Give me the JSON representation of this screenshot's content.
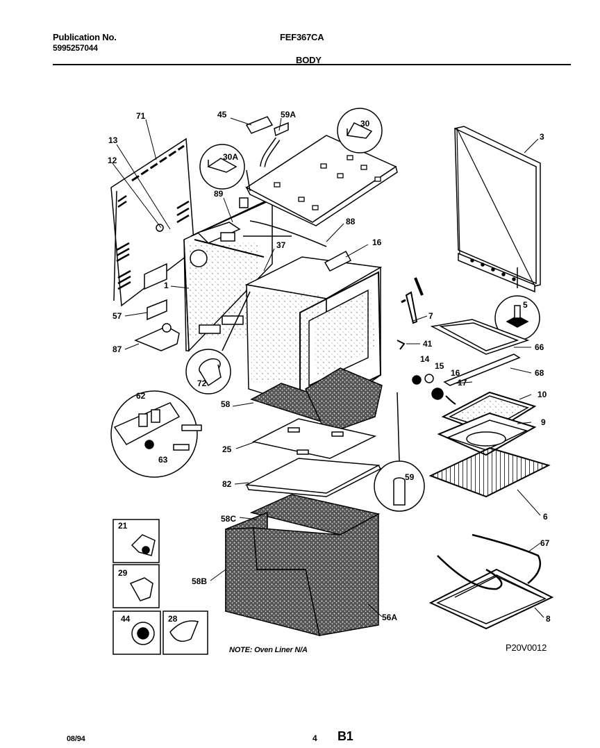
{
  "header": {
    "publication_label": "Publication No.",
    "publication_number": "5995257044",
    "model": "FEF367CA",
    "section": "BODY"
  },
  "footer": {
    "date": "08/94",
    "page": "4",
    "code": "B1"
  },
  "note": "NOTE: Oven Liner N/A",
  "drawing_id": "P20V0012",
  "callouts": [
    "71",
    "13",
    "12",
    "45",
    "59A",
    "30",
    "3",
    "30A",
    "89",
    "88",
    "16",
    "37",
    "1",
    "57",
    "87",
    "72",
    "7",
    "41",
    "5",
    "66",
    "14",
    "15",
    "16",
    "68",
    "17",
    "62",
    "63",
    "58",
    "25",
    "82",
    "10",
    "9",
    "59",
    "6",
    "58C",
    "58B",
    "56A",
    "67",
    "8",
    "21",
    "29",
    "44",
    "28"
  ]
}
